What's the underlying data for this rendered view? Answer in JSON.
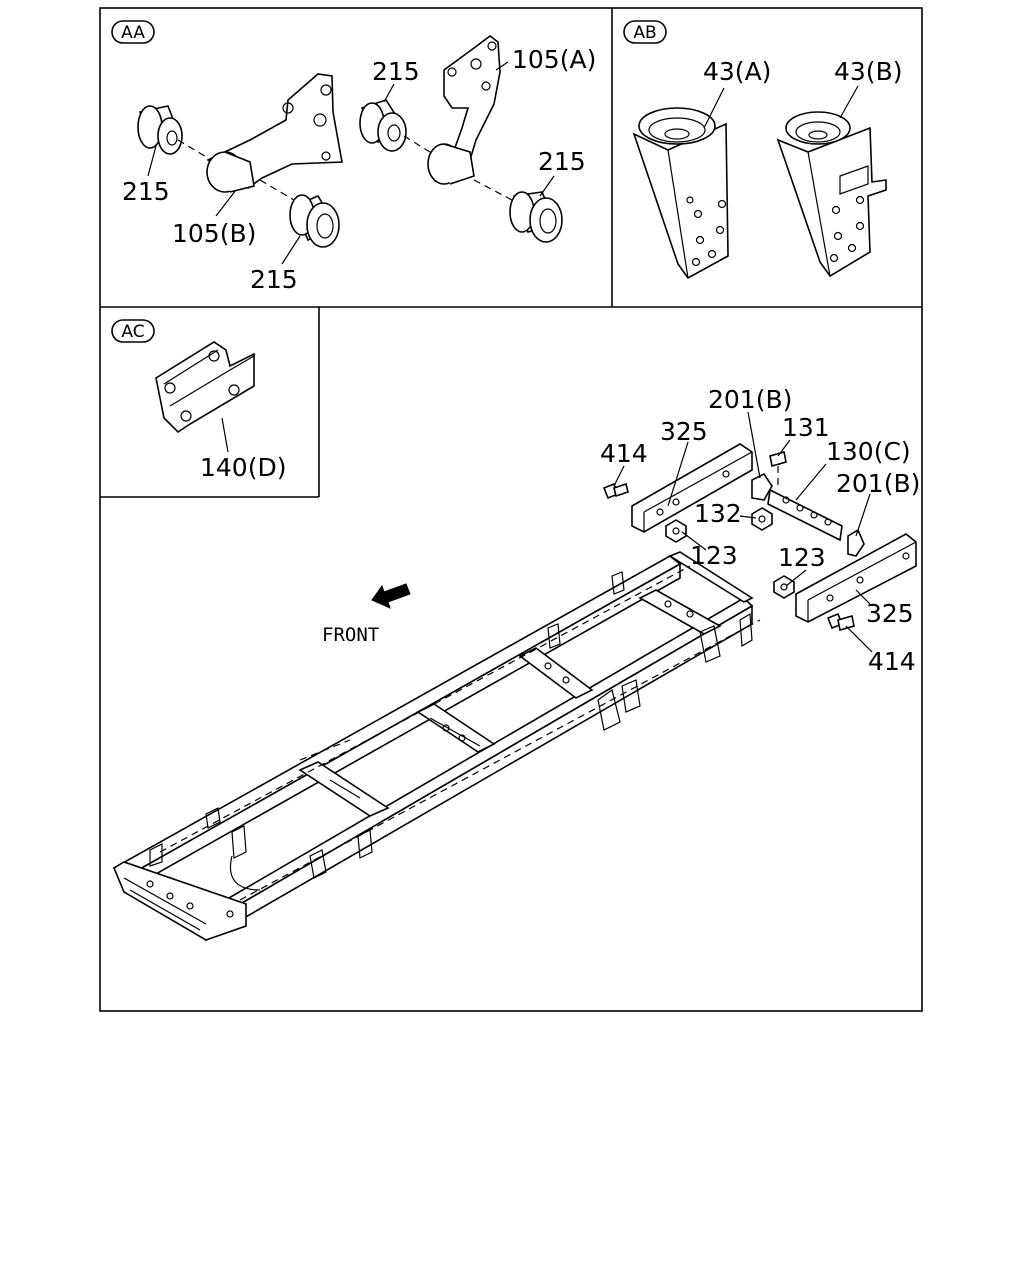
{
  "panels": {
    "aa": {
      "badge": "AA",
      "labels": {
        "bush_top_a": "215",
        "bracket_a": "105(A)",
        "bush_right_a": "215",
        "bush_left_b": "215",
        "bracket_b": "105(B)",
        "bush_bottom_b": "215"
      }
    },
    "ab": {
      "badge": "AB",
      "labels": {
        "bracket_43a": "43(A)",
        "bracket_43b": "43(B)"
      }
    },
    "ac": {
      "badge": "AC",
      "labels": {
        "bracket_140d": "140(D)"
      }
    },
    "main": {
      "front_label": "FRONT",
      "labels": {
        "part_201b_top": "201(B)",
        "part_325_left": "325",
        "part_131": "131",
        "part_414_left": "414",
        "part_130c": "130(C)",
        "part_201b_right": "201(B)",
        "part_132": "132",
        "part_123_left": "123",
        "part_123_right": "123",
        "part_325_right": "325",
        "part_414_right": "414"
      }
    }
  }
}
